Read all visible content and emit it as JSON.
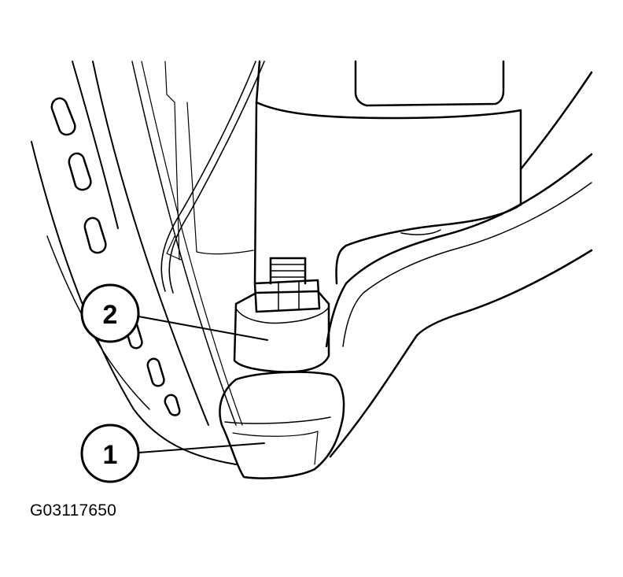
{
  "figure": {
    "id_label": "G03117650",
    "line_color": "#000000",
    "background": "#ffffff"
  },
  "callouts": [
    {
      "number": "1"
    },
    {
      "number": "2"
    }
  ]
}
